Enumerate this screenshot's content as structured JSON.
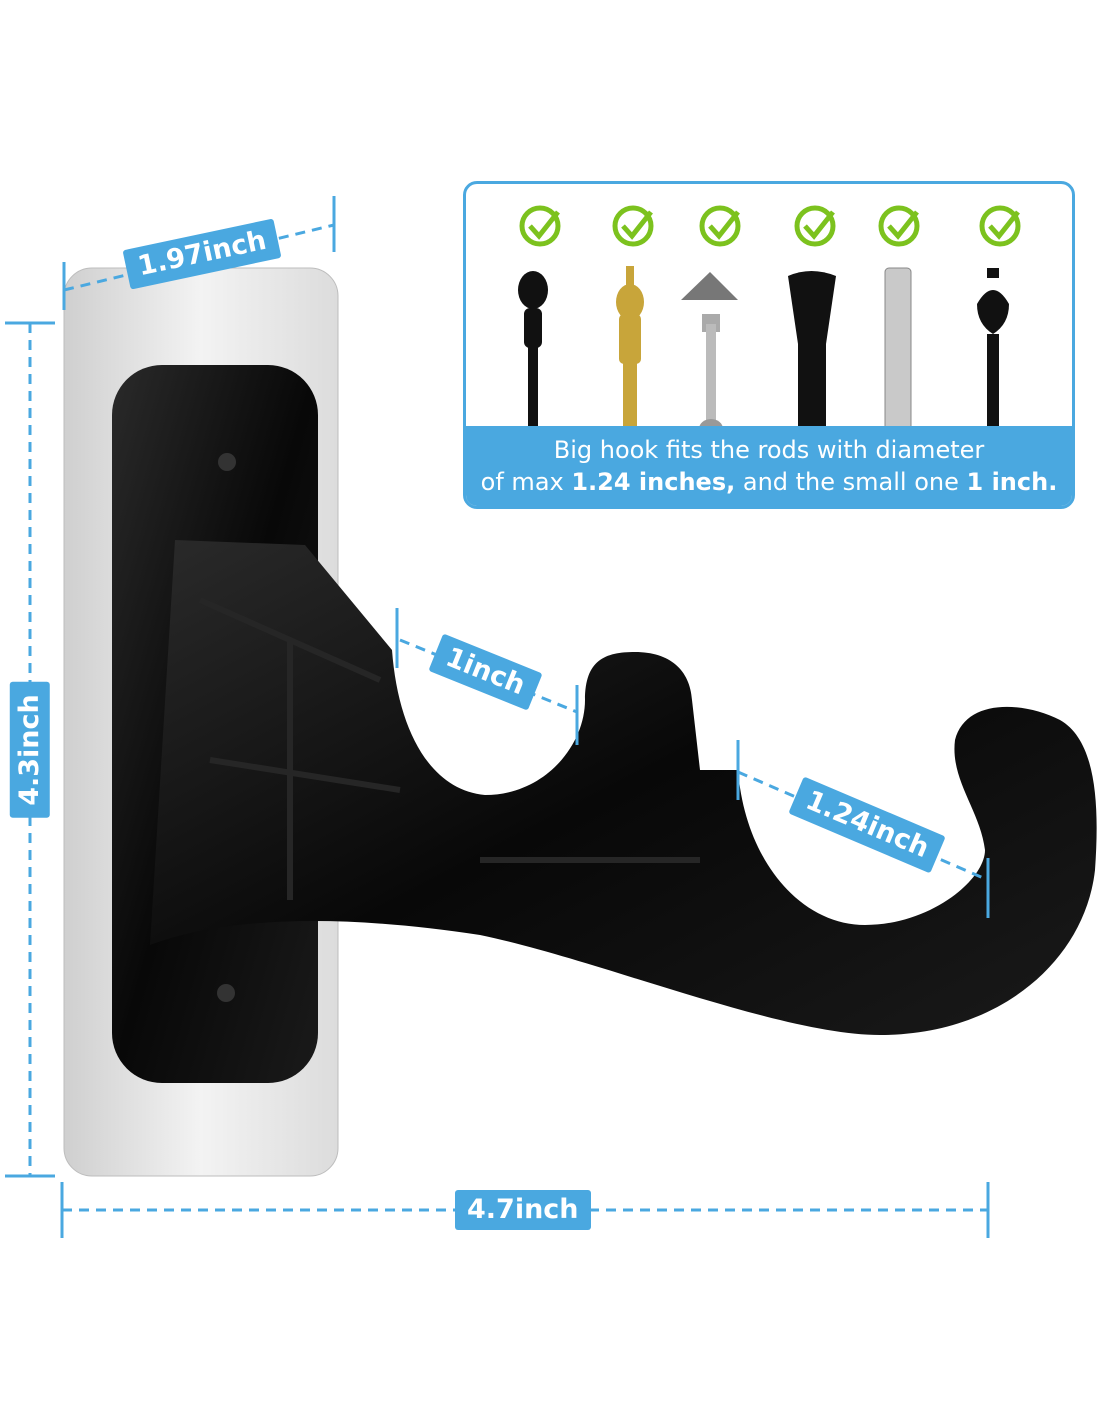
{
  "dimensions": {
    "width_label": "1.97inch",
    "height_label": "4.3inch",
    "depth_label": "4.7inch",
    "small_hook_label": "1inch",
    "big_hook_label": "1.24inch"
  },
  "compatibility": {
    "caption_line1": "Big hook fits the rods with diameter",
    "caption_line2_pre": "of max ",
    "caption_line2_bold1": "1.24 inches,",
    "caption_line2_mid": " and the small one ",
    "caption_line2_bold2": "1 inch.",
    "rods": [
      "ball-finial-black",
      "urn-finial-brass",
      "pyramid-finial-chrome",
      "flared-finial-black",
      "plain-end-chrome",
      "urn-finial-black"
    ]
  },
  "colors": {
    "accent": "#4aa8e0",
    "check": "#7cc21e",
    "bracket": "#0d0d0d"
  }
}
